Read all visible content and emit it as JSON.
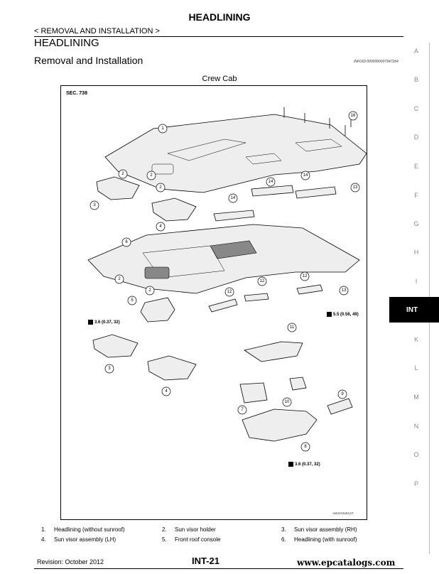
{
  "header": {
    "title": "HEADLINING",
    "breadcrumb": "< REMOVAL AND INSTALLATION >",
    "section_title": "HEADLINING",
    "subsection_title": "Removal and Installation",
    "info_id": "INFOID:0000000007947264"
  },
  "figure": {
    "caption": "Crew Cab",
    "sec_label": "SEC. 738",
    "code": "AWJIA0451ZZ",
    "torques": [
      {
        "label": "3.6 (0.37, 32)"
      },
      {
        "label": "5.5 (0.56, 49)"
      },
      {
        "label": "3.6 (0.37, 32)"
      }
    ],
    "callouts": [
      "1",
      "2",
      "2",
      "2",
      "3",
      "4",
      "6",
      "2",
      "2",
      "5",
      "3",
      "4",
      "16",
      "13",
      "14",
      "14",
      "14",
      "12",
      "12",
      "12",
      "13",
      "11",
      "10",
      "7",
      "9",
      "8"
    ]
  },
  "side_tabs": {
    "letters": [
      "A",
      "B",
      "C",
      "D",
      "E",
      "F",
      "G",
      "H",
      "I",
      "K",
      "L",
      "M",
      "N",
      "O",
      "P"
    ],
    "active": "INT"
  },
  "legend": [
    [
      {
        "num": "1.",
        "text": "Headlining (without sunroof)"
      },
      {
        "num": "2.",
        "text": "Sun visor holder"
      },
      {
        "num": "3.",
        "text": "Sun visor assembly (RH)"
      }
    ],
    [
      {
        "num": "4.",
        "text": "Sun visor assembly (LH)"
      },
      {
        "num": "5.",
        "text": "Front roof console"
      },
      {
        "num": "6.",
        "text": "Headlining (with sunroof)"
      }
    ]
  ],
  "footer": {
    "revision": "Revision: October 2012",
    "page": "INT-21",
    "brand": "www.epcatalogs.com"
  }
}
